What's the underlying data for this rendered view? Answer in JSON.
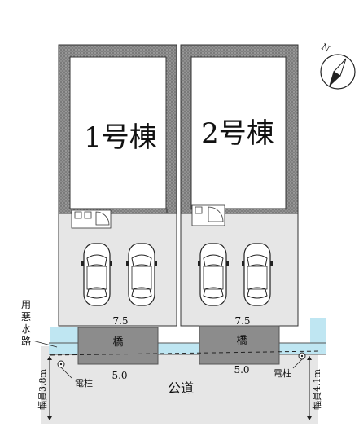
{
  "buildings": [
    {
      "label": "1号棟"
    },
    {
      "label": "2号棟"
    }
  ],
  "frontage_labels": [
    "7.5",
    "7.5"
  ],
  "bridge_labels": [
    "橋",
    "橋"
  ],
  "bridge_width_labels": [
    "5.0",
    "5.0"
  ],
  "utility_poles": [
    "電柱",
    "電柱"
  ],
  "road_label": "公道",
  "road_width_left": "幅員3.8m",
  "road_width_right": "幅員4.1m",
  "waterway_label": [
    "用",
    "悪",
    "水",
    "路"
  ],
  "north_label": "N",
  "parking_spaces_per_lot": 2,
  "colors": {
    "stipple_wall": "#8a8a8a",
    "lot_fill": "#e6e6e6",
    "road_fill": "#e6e6e6",
    "waterway": "#bfe6f2",
    "bridge": "#8c8c8c",
    "outline": "#333333"
  }
}
